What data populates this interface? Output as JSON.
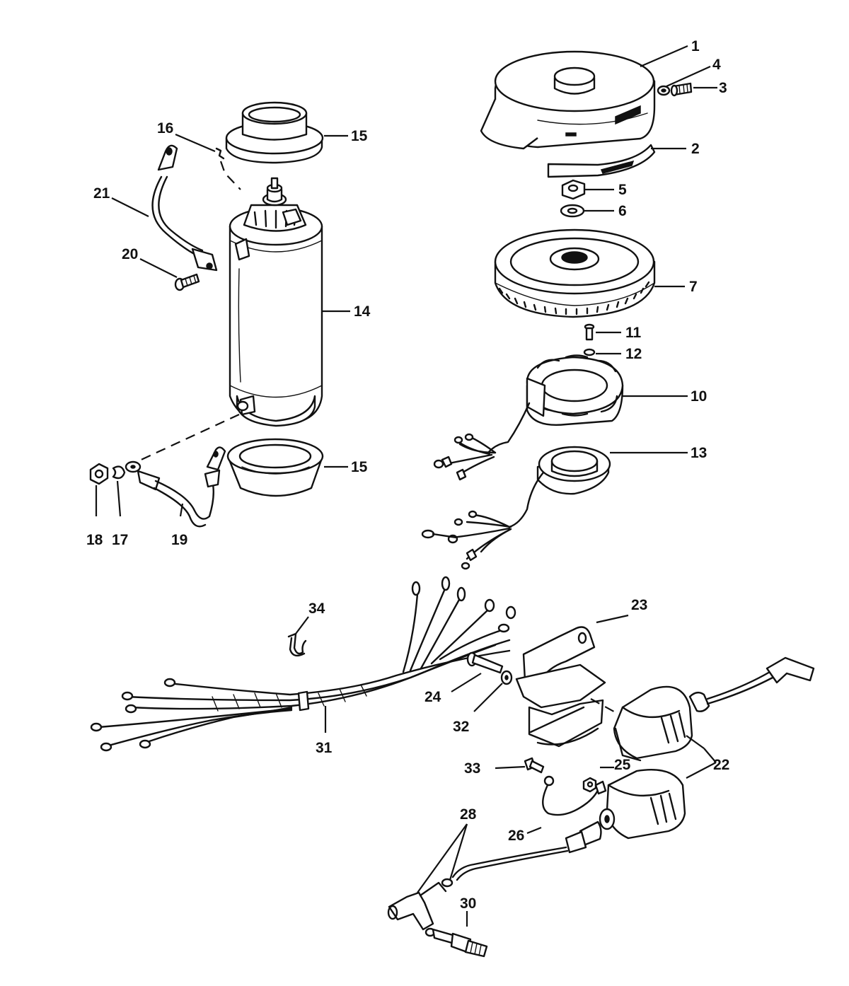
{
  "callouts": {
    "c1": "1",
    "c2": "2",
    "c3": "3",
    "c4": "4",
    "c5": "5",
    "c6": "6",
    "c7": "7",
    "c10": "10",
    "c11": "11",
    "c12": "12",
    "c13": "13",
    "c14": "14",
    "c15a": "15",
    "c15b": "15",
    "c16": "16",
    "c17": "17",
    "c18": "18",
    "c19": "19",
    "c20": "20",
    "c21": "21",
    "c22": "22",
    "c23": "23",
    "c24": "24",
    "c25": "25",
    "c26": "26",
    "c28": "28",
    "c30": "30",
    "c31": "31",
    "c32": "32",
    "c33": "33",
    "c34": "34"
  }
}
